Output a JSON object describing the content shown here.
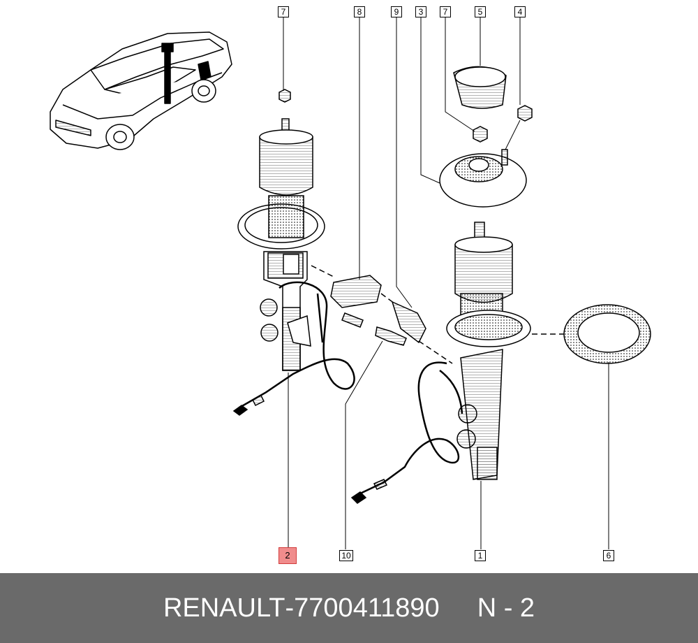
{
  "diagram": {
    "callouts": [
      {
        "id": "callout-7-left",
        "label": "7"
      },
      {
        "id": "callout-8",
        "label": "8"
      },
      {
        "id": "callout-9",
        "label": "9"
      },
      {
        "id": "callout-3",
        "label": "3"
      },
      {
        "id": "callout-7-right",
        "label": "7"
      },
      {
        "id": "callout-5",
        "label": "5"
      },
      {
        "id": "callout-4",
        "label": "4"
      },
      {
        "id": "callout-2",
        "label": "2",
        "highlighted": true
      },
      {
        "id": "callout-10",
        "label": "10"
      },
      {
        "id": "callout-1",
        "label": "1"
      },
      {
        "id": "callout-6",
        "label": "6"
      }
    ],
    "highlight_color": "#f08c8c"
  },
  "footer": {
    "brand": "RENAULT",
    "dash": "-",
    "part_number": "7700411890",
    "position_code": "N - 2",
    "background_color": "#6a6a6a"
  }
}
